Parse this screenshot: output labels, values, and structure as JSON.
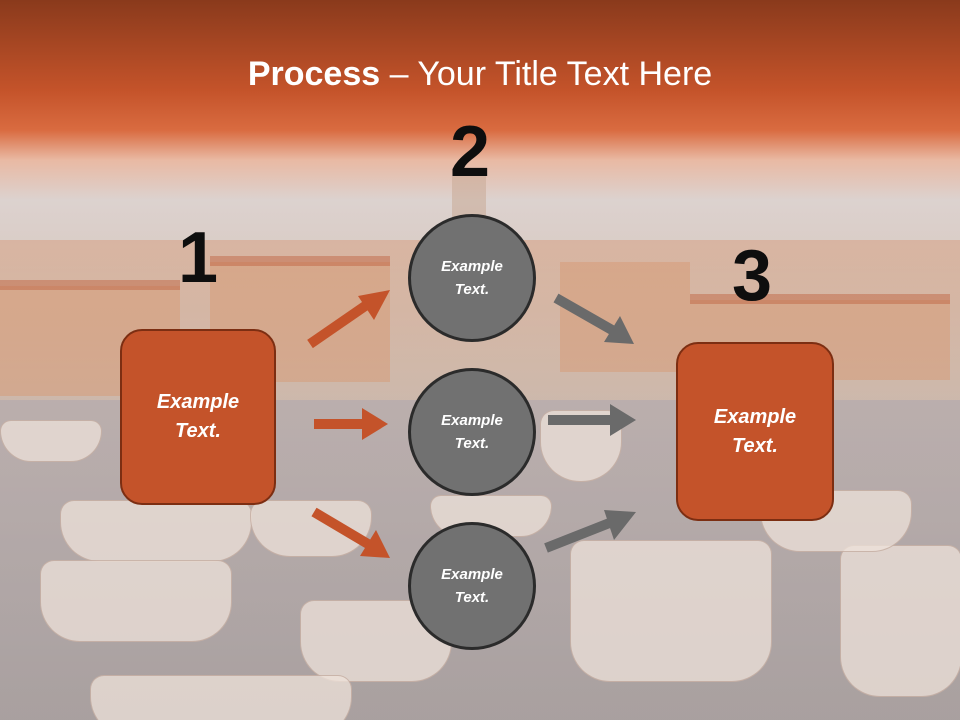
{
  "title": {
    "bold": "Process",
    "rest": " – Your Title Text Here"
  },
  "steps": {
    "one": {
      "number": "1",
      "text": "Example\nText."
    },
    "two": {
      "number": "2"
    },
    "three": {
      "number": "3",
      "text": "Example\nText."
    }
  },
  "circles": [
    {
      "text": "Example\nText."
    },
    {
      "text": "Example\nText."
    },
    {
      "text": "Example\nText."
    }
  ],
  "colors": {
    "orange": "#c4532a",
    "gray": "#717171",
    "arrow_gray": "#6a6a6a",
    "arrow_orange": "#c4532a"
  }
}
